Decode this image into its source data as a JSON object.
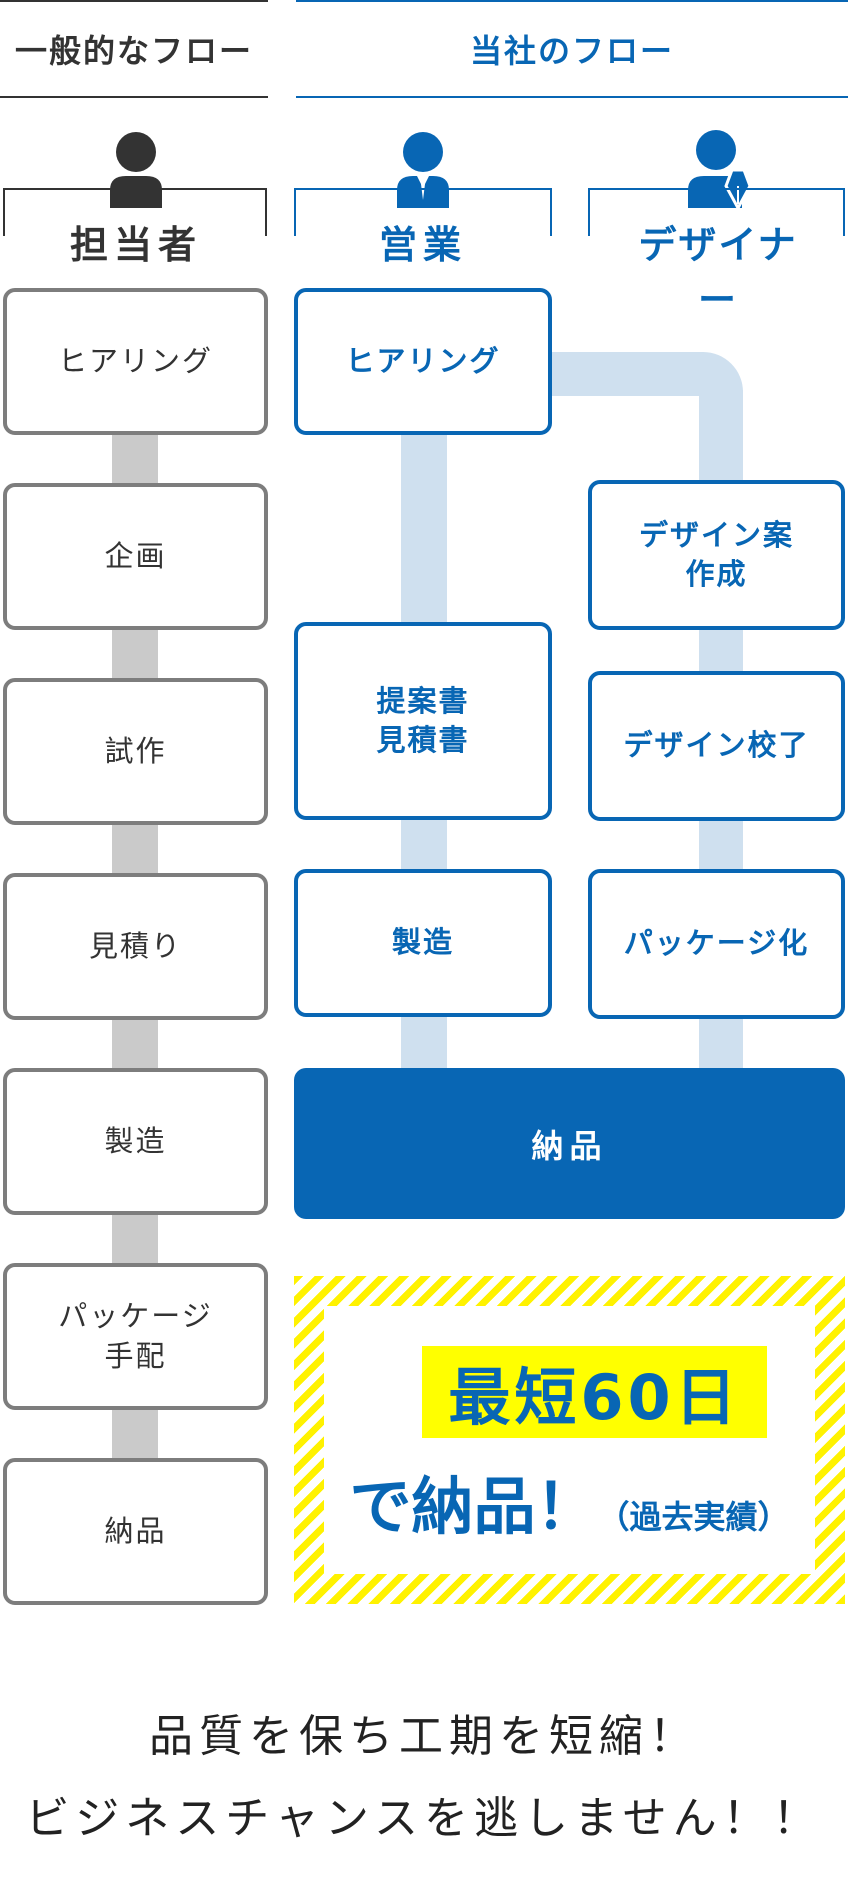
{
  "headers": {
    "general": "一般的なフロー",
    "ours": "当社のフロー"
  },
  "roles": {
    "general": "担当者",
    "sales": "営業",
    "designer": "デザイナー"
  },
  "general_flow": [
    "ヒアリング",
    "企画",
    "試作",
    "見積り",
    "製造",
    "パッケージ\n手配",
    "納品"
  ],
  "sales_flow": {
    "hearing": "ヒアリング",
    "proposal": "提案書\n見積書",
    "manufacturing": "製造"
  },
  "designer_flow": {
    "draft": "デザイン案\n作成",
    "proof": "デザイン校了",
    "package": "パッケージ化"
  },
  "delivery": "納品",
  "highlight": {
    "line1": "最短60日",
    "line2": "で納品！",
    "note": "（過去実績）"
  },
  "bottom": {
    "line1": "品質を保ち工期を短縮！",
    "line2": "ビジネスチャンスを逃しません！！"
  },
  "colors": {
    "blue": "#0866b4",
    "light_blue": "#cfe0ef",
    "gray": "#7d7d7d",
    "yellow": "#ffff00"
  }
}
